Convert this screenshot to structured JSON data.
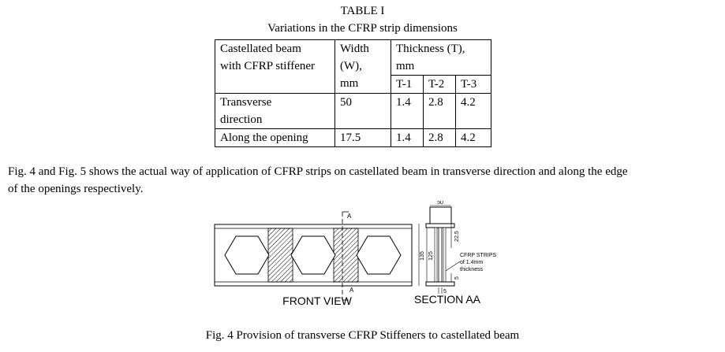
{
  "table": {
    "label": "TABLE I",
    "title": "Variations in the CFRP strip dimensions",
    "headers": {
      "beam_line1": "Castellated beam",
      "beam_line2": "with CFRP stiffener",
      "width_line1": "Width",
      "width_line2": "(W),",
      "width_line3": "mm",
      "thickness_line1": "Thickness (T),",
      "thickness_line2": "mm",
      "t1": "T-1",
      "t2": "T-2",
      "t3": "T-3"
    },
    "rows": [
      {
        "type_line1": "Transverse",
        "type_line2": "direction",
        "width": "50",
        "t1": "1.4",
        "t2": "2.8",
        "t3": "4.2"
      },
      {
        "type_line1": "Along the opening",
        "type_line2": "",
        "width": "17.5",
        "t1": "1.4",
        "t2": "2.8",
        "t3": "4.2"
      }
    ]
  },
  "paragraph": {
    "line1": "Fig. 4 and Fig. 5 shows the actual way of application of CFRP strips on castellated beam in transverse direction and along the edge",
    "line2": "of the openings respectively."
  },
  "figure": {
    "front_label": "FRONT VIEW",
    "section_label": "SECTION AA",
    "section_marker_top": "A",
    "section_marker_bottom": "A",
    "dim_top": "50",
    "dim_135": "135",
    "dim_125": "125",
    "dim_22_5": "22.5",
    "dim_5_vertical": "5",
    "dim_5_bottom": "5",
    "note_line1": "CFRP STRIPS",
    "note_line2": "of 1.4mm",
    "note_line3": "thickness",
    "caption": "Fig. 4 Provision of transverse CFRP Stiffeners to castellated beam"
  }
}
